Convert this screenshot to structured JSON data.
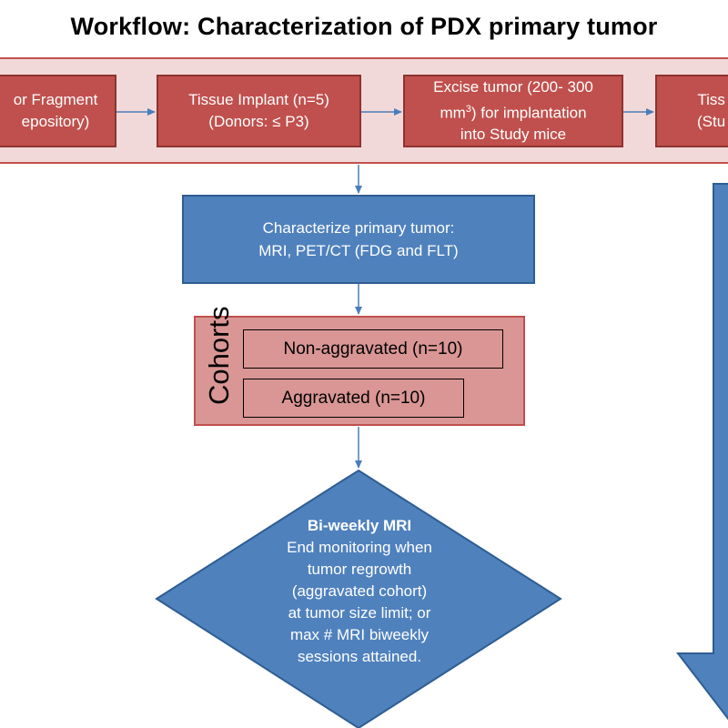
{
  "title": "Workflow: Characterization of PDX primary tumor",
  "pipeline": {
    "step1": "or Fragment\nepository)",
    "step2_line1": "Tissue Implant (n=5)",
    "step2_line2": "(Donors: ≤ P3)",
    "step3_line1": "Excise tumor (200- 300",
    "step3_line2_a": "mm",
    "step3_line2_sup": "3",
    "step3_line2_b": ") for implantation",
    "step3_line3": "into Study mice",
    "step4": "Tiss\n(Stu"
  },
  "characterize": {
    "line1": "Characterize primary tumor:",
    "line2": "MRI, PET/CT (FDG and FLT)"
  },
  "cohorts": {
    "label": "Cohorts",
    "item1": "Non-aggravated (n=10)",
    "item2": "Aggravated (n=10)"
  },
  "monitoring": {
    "heading": "Bi-weekly MRI",
    "lines": [
      "End monitoring when",
      "tumor regrowth",
      "(aggravated cohort)",
      "at tumor size limit; or",
      "max # MRI biweekly",
      "sessions attained."
    ]
  },
  "colors": {
    "red": "#c0504d",
    "band": "#f2d9d9",
    "blue": "#4f81bd",
    "cohort_fill": "#d99694",
    "arrow": "#4a7ebb"
  }
}
